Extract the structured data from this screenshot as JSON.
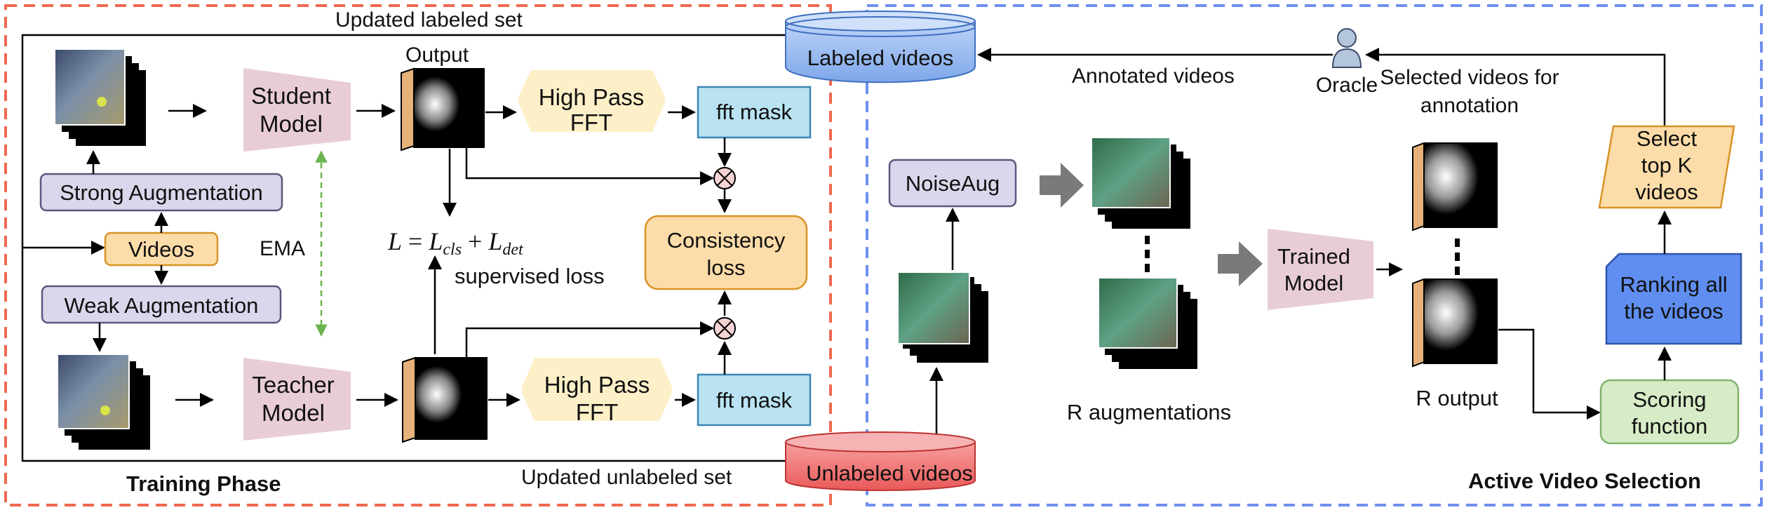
{
  "training": {
    "title": "Training Phase",
    "updated_labeled_set": "Updated labeled set",
    "updated_unlabeled_set": "Updated unlabeled set",
    "output_label": "Output",
    "student_model": [
      "Student",
      "Model"
    ],
    "teacher_model": [
      "Teacher",
      "Model"
    ],
    "strong_aug": "Strong Augmentation",
    "weak_aug": "Weak Augmentation",
    "videos": "Videos",
    "ema": "EMA",
    "high_pass_top": [
      "High Pass",
      "FFT"
    ],
    "high_pass_bottom": [
      "High Pass",
      "FFT"
    ],
    "fft_mask_top": "fft mask",
    "fft_mask_bottom": "fft mask",
    "consistency_loss": [
      "Consistency",
      "loss"
    ],
    "supervised_loss": "supervised loss",
    "loss_formula": {
      "lhs": "L",
      "eq": " = ",
      "term1": "L",
      "sub1": "cls",
      "plus": " + ",
      "term2": "L",
      "sub2": "det"
    }
  },
  "selection": {
    "title": "Active Video Selection",
    "labeled_videos": "Labeled videos",
    "unlabeled_videos": "Unlabeled videos",
    "annotated_videos": "Annotated videos",
    "oracle": "Oracle",
    "selected_videos": [
      "Selected videos for",
      "annotation"
    ],
    "noise_aug": "NoiseAug",
    "trained_model": [
      "Trained",
      "Model"
    ],
    "r_augmentations": "R augmentations",
    "r_output": "R output",
    "select_top_k": [
      "Select",
      "top K",
      "videos"
    ],
    "ranking": [
      "Ranking all",
      "the videos"
    ],
    "scoring": [
      "Scoring",
      "function"
    ]
  },
  "colors": {
    "training_border": "#f0694f",
    "selection_border": "#6f8fef",
    "purple_box": "#dcd6ec",
    "purple_stroke": "#5f557f",
    "orange_box": "#fcdca8",
    "orange_stroke": "#d89226",
    "model_fill": "#e8cdd8",
    "hpf_fill": "#fdf0c8",
    "fft_fill": "#b9e3f2",
    "fft_stroke": "#3b86b5",
    "ranking_fill": "#5f8ef0",
    "scoring_fill": "#d7ebc7",
    "scoring_stroke": "#7fb36a",
    "labeled_db": "#9cbdf0",
    "unlabeled_db": "#f06a6a",
    "cube_side": "#e6b27a"
  }
}
